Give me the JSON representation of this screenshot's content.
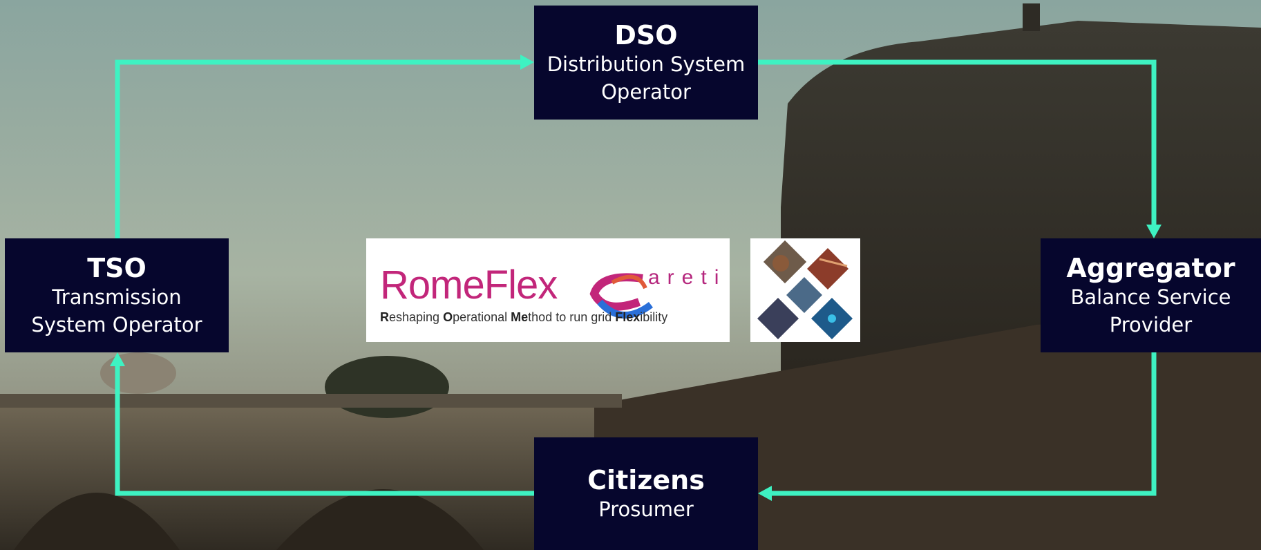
{
  "nodes": {
    "dso": {
      "abbr": "DSO",
      "line1": "Distribution System",
      "line2": "Operator"
    },
    "tso": {
      "abbr": "TSO",
      "line1": "Transmission",
      "line2": "System Operator"
    },
    "aggregator": {
      "abbr": "Aggregator",
      "line1": "Balance Service",
      "line2": "Provider"
    },
    "citizens": {
      "abbr": "Citizens",
      "line1": "Prosumer"
    }
  },
  "logo": {
    "brand": "RomeFlex",
    "partner": "areti",
    "tagline": {
      "r": "R",
      "p1": "eshaping ",
      "o": "O",
      "p2": "perational ",
      "me": "Me",
      "p3": "thod to run grid ",
      "flex": "Flex",
      "p4": "ibility"
    }
  },
  "colors": {
    "node_bg": "#06062d",
    "arrow": "#3ef2c2",
    "brand_pink": "#c2267a",
    "brand_blue": "#2a6fd8"
  },
  "icons": [
    "cross-shaped-photo-collage-icon"
  ]
}
